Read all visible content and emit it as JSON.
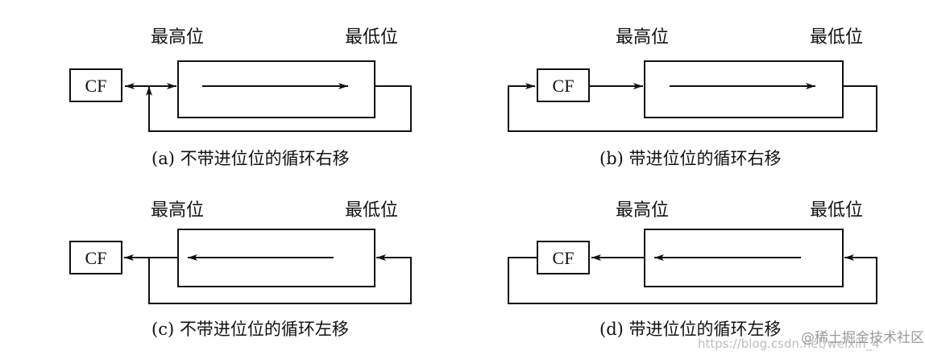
{
  "labels": {
    "msb": "最高位",
    "lsb": "最低位",
    "cf": "CF"
  },
  "captions": {
    "a": "(a) 不带进位位的循环右移",
    "b": "(b) 带进位位的循环右移",
    "c": "(c) 不带进位位的循环左移",
    "d": "(d) 带进位位的循环左移"
  },
  "watermark": {
    "url": "https://blog.csdn.net/weixin_4",
    "site": "@稀土掘金技术社区"
  }
}
